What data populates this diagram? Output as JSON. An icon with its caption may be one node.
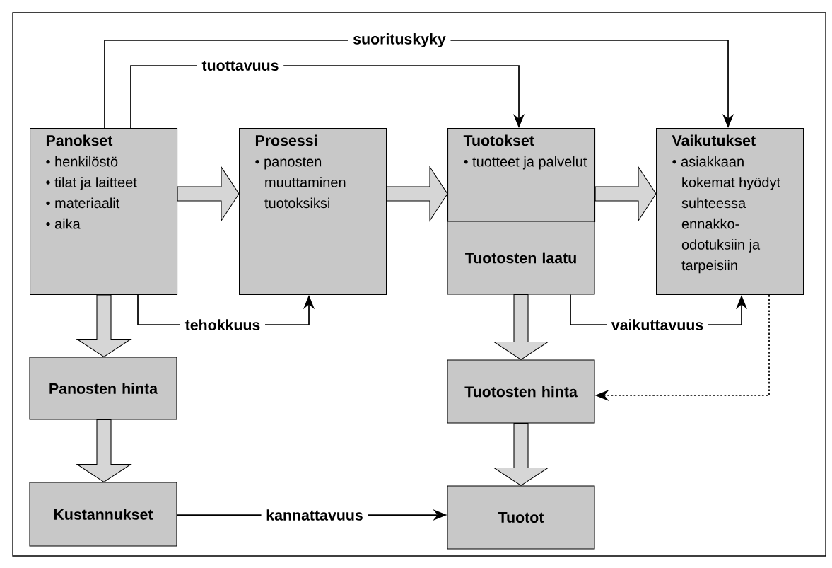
{
  "diagram": {
    "nodes": [
      {
        "text": [
          "Panokset",
          "• henkilöstö",
          "• tilat ja laitteet",
          "• materiaalit",
          "• aika"
        ]
      },
      {
        "text": [
          "Prosessi",
          "• panosten muuttaminen tuotoksiksi"
        ]
      },
      {
        "text": [
          "Tuotokset",
          "• tuotteet ja palvelut"
        ]
      },
      {
        "text": [
          "Tuotosten laatu"
        ]
      },
      {
        "text": [
          "Vaikutukset",
          "• asiakkaan kokemat hyödyt suhteessa ennakko-odotuksiin ja tarpeisiin"
        ]
      },
      {
        "text": [
          "Panosten hinta"
        ]
      },
      {
        "text": [
          "Kustannukset"
        ]
      },
      {
        "text": [
          "Tuotosten hinta"
        ]
      },
      {
        "text": [
          "Tuotot"
        ]
      }
    ],
    "edges": [
      {
        "from": 0,
        "to": 1,
        "arrow": "to",
        "style": "thick"
      },
      {
        "from": 1,
        "to": 2,
        "arrow": "to",
        "style": "thick"
      },
      {
        "from": 2,
        "to": 4,
        "arrow": "to",
        "style": "thick"
      },
      {
        "from": 0,
        "to": 5,
        "arrow": "to",
        "style": "thick"
      },
      {
        "from": 5,
        "to": 6,
        "arrow": "to",
        "style": "thick"
      },
      {
        "from": 3,
        "to": 7,
        "arrow": "to",
        "style": "thick"
      },
      {
        "from": 7,
        "to": 8,
        "arrow": "to",
        "style": "thick"
      },
      {
        "from": 0,
        "to": 4,
        "arrow": "to",
        "label": "suorituskyky"
      },
      {
        "from": 0,
        "to": 2,
        "arrow": "to",
        "label": "tuottavuus"
      },
      {
        "from": 0,
        "to": 1,
        "arrow": "to",
        "label": "tehokkuus"
      },
      {
        "from": 3,
        "to": 4,
        "arrow": "to",
        "label": "vaikuttavuus"
      },
      {
        "from": 4,
        "to": 7,
        "arrow": "to",
        "style": "dashed"
      },
      {
        "from": 6,
        "to": 8,
        "arrow": "to",
        "label": "kannattavuus"
      }
    ]
  }
}
